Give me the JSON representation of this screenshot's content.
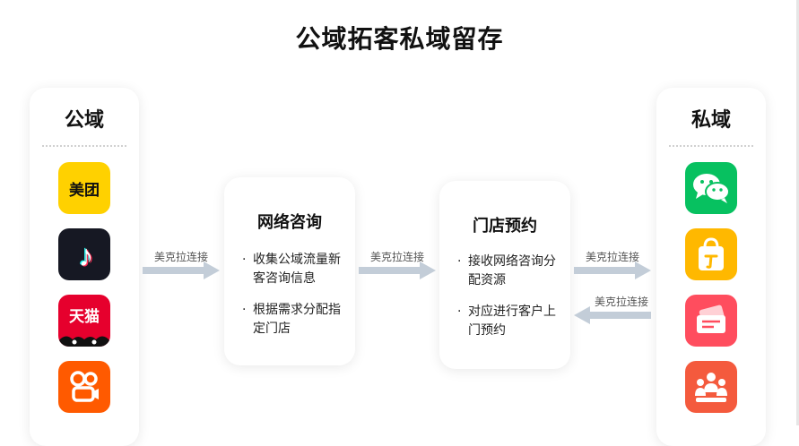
{
  "title": "公域拓客私域留存",
  "public_domain": {
    "title": "公域",
    "apps": [
      {
        "name": "meituan-icon",
        "label": "美团",
        "color": "#FFD100"
      },
      {
        "name": "douyin-icon",
        "label": "",
        "color": "#161823"
      },
      {
        "name": "tmall-icon",
        "label": "天猫",
        "color": "#E6002D"
      },
      {
        "name": "kuaishou-icon",
        "label": "",
        "color": "#FF5A00"
      }
    ]
  },
  "private_domain": {
    "title": "私域",
    "apps": [
      {
        "name": "wechat-icon",
        "color": "#07C160"
      },
      {
        "name": "shopping-bag-icon",
        "color": "#FFB800"
      },
      {
        "name": "ticket-icon",
        "color": "#FF4D5E"
      },
      {
        "name": "group-chat-icon",
        "color": "#F45A3D"
      }
    ]
  },
  "steps": [
    {
      "title": "网络咨询",
      "bullets": [
        {
          "dot": "·",
          "text": "收集公域流量新客咨询信息"
        },
        {
          "dot": "·",
          "text": "根据需求分配指定门店"
        }
      ]
    },
    {
      "title": "门店预约",
      "bullets": [
        {
          "dot": "·",
          "text": "接收网络咨询分配资源"
        },
        {
          "dot": "·",
          "text": "对应进行客户上门预约"
        }
      ]
    }
  ],
  "connectors": [
    {
      "label": "美克拉连接",
      "direction": "right"
    },
    {
      "label": "美克拉连接",
      "direction": "right"
    },
    {
      "label": "美克拉连接",
      "direction": "right"
    },
    {
      "label": "美克拉连接",
      "direction": "left"
    }
  ],
  "arrow_color": "#C3CDD8"
}
